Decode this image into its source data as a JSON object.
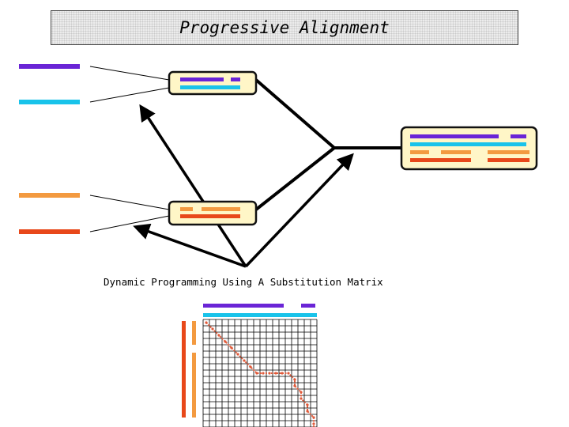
{
  "title": "Progressive Alignment",
  "dp_caption": "Dynamic Programming Using A Substitution Matrix",
  "colors": {
    "purple": "#6a24d6",
    "cyan": "#19c3ea",
    "orange": "#f39a40",
    "red": "#e8481a",
    "box_fill": "#fff6c7",
    "box_border": "#111111",
    "path": "#e05a3a"
  },
  "dp_matrix": {
    "rows": 18,
    "cols": 18,
    "path_cells": [
      [
        0,
        0
      ],
      [
        1,
        1
      ],
      [
        2,
        2
      ],
      [
        3,
        3
      ],
      [
        4,
        4
      ],
      [
        5,
        5
      ],
      [
        6,
        6
      ],
      [
        7,
        7
      ],
      [
        8,
        8
      ],
      [
        8,
        9
      ],
      [
        8,
        10
      ],
      [
        8,
        11
      ],
      [
        8,
        12
      ],
      [
        8,
        13
      ],
      [
        9,
        14
      ],
      [
        10,
        14
      ],
      [
        11,
        15
      ],
      [
        12,
        15
      ],
      [
        13,
        16
      ],
      [
        14,
        16
      ],
      [
        15,
        17
      ],
      [
        16,
        17
      ],
      [
        17,
        17
      ]
    ]
  }
}
